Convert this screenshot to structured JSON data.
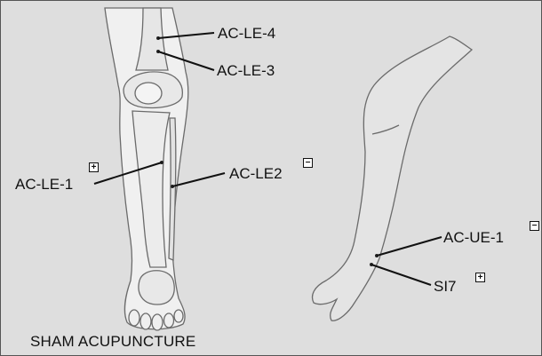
{
  "labels": {
    "le4": "AC-LE-4",
    "le3": "AC-LE-3",
    "le1": "AC-LE-1",
    "le2": "AC-LE2",
    "ue1": "AC-UE-1",
    "si7": "SI7"
  },
  "symbols": {
    "le1": "+",
    "le2": "−",
    "ue1": "−",
    "si7": "+"
  },
  "caption": "SHAM ACUPUNCTURE"
}
